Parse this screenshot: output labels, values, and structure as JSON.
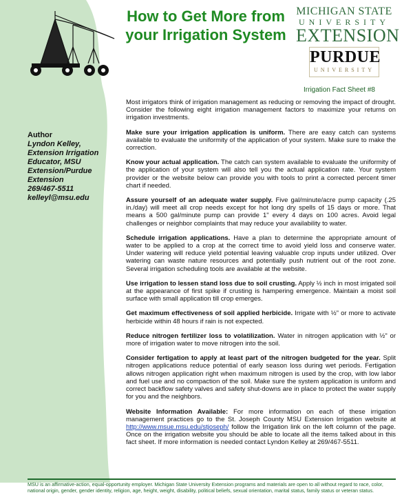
{
  "title": "How to Get More from your Irrigation System",
  "logos": {
    "msu_line1": "MICHIGAN STATE",
    "msu_line2": "UNIVERSITY",
    "msu_line3": "EXTENSION",
    "purdue_line1": "PURDUE",
    "purdue_line2": "UNIVERSITY"
  },
  "fact_sheet": "Irrigation Fact Sheet #8",
  "author": {
    "heading": "Author",
    "details": "Lyndon Kelley,\nExtension Irrigation\nEducator, MSU\nExtension/Purdue\nExtension\n269/467-5511\nkelleyl@msu.edu"
  },
  "intro": "Most irrigators think of irrigation management as reducing or removing the impact of drought.  Consider the following eight irrigation management factors to maximize your returns on irrigation investments.",
  "sections": [
    {
      "heading": "Make sure your irrigation application is uniform.",
      "body": " There are easy catch can systems available to evaluate the uniformity of the application of your system. Make sure to make the correction."
    },
    {
      "heading": "Know your actual application.",
      "body": " The catch can system available to evaluate the uniformity of the application of your system will also tell you the actual application rate. Your system provider or the website below can provide you with tools to print a corrected percent timer chart if needed."
    },
    {
      "heading": "Assure yourself of an adequate water supply.",
      "body": " Five gal/minute/acre pump capacity (.25 in./day) will meet all crop needs except for hot long dry spells of 15 days or more. That means a 500 gal/minute pump can provide 1\" every 4 days on 100 acres. Avoid legal challenges or neighbor complaints that may reduce your availability to water."
    },
    {
      "heading": "Schedule irrigation applications.",
      "body": "  Have a plan to determine the appropriate amount of water to be applied to a crop at the correct time to avoid yield loss and conserve water. Under watering will reduce yield potential leaving valuable crop inputs under utilized. Over watering can waste nature resources and potentially push nutrient out of the root zone.  Several irrigation scheduling tools are available at the website."
    },
    {
      "heading": "Use irrigation to lessen stand loss due to soil crusting.",
      "body": "  Apply ½ inch in most irrigated soil at the appearance of first spike if crusting is hampering emergence. Maintain a moist soil surface with small application till crop emerges."
    },
    {
      "heading": "Get maximum effectiveness of soil applied herbicide.",
      "body": " Irrigate with ½\" or more to activate herbicide within 48 hours if rain is not expected."
    },
    {
      "heading": "Reduce nitrogen fertilizer loss to volatilization.",
      "body": " Water in nitrogen application with ½\" or more of irrigation water to move nitrogen into the soil."
    },
    {
      "heading": "Consider fertigation to apply at least part of the nitrogen budgeted for the year.",
      "body": "  Split nitrogen applications reduce potential of early season loss during wet periods. Fertigation allows nitrogen application right when maximum nitrogen is used by the crop, with low labor and fuel use and no compaction of the soil. Make sure the system application is uniform and correct backflow safety valves and safety shut-downs are in place to protect the water supply for you and the neighbors."
    }
  ],
  "website": {
    "heading": "Website Information Available:",
    "body_before": "  For more information on each of these irrigation management practices go to the St. Joseph County MSU Extension Irrigation website at ",
    "link": "http://www.msue.msu.edu/stjoseph/",
    "body_after": " follow the Irrigation link on the left column of the page.  Once on the irrigation website you should be able to locate all the items talked about in this fact sheet.  If more information is needed contact Lyndon Kelley at 269/467-5511."
  },
  "footer": "MSU is an affirmative-action, equal-opportunity employer.  Michigan State University Extension programs and materials are open to all without regard to race, color, national origin, gender, gender identity, religion, age, height, weight, disability, political beliefs, sexual orientation, marital status, family status or veteran status.",
  "colors": {
    "title_green": "#1e8a22",
    "sidebar_green": "#cbe4c8",
    "footer_green": "#1e6a2b"
  }
}
